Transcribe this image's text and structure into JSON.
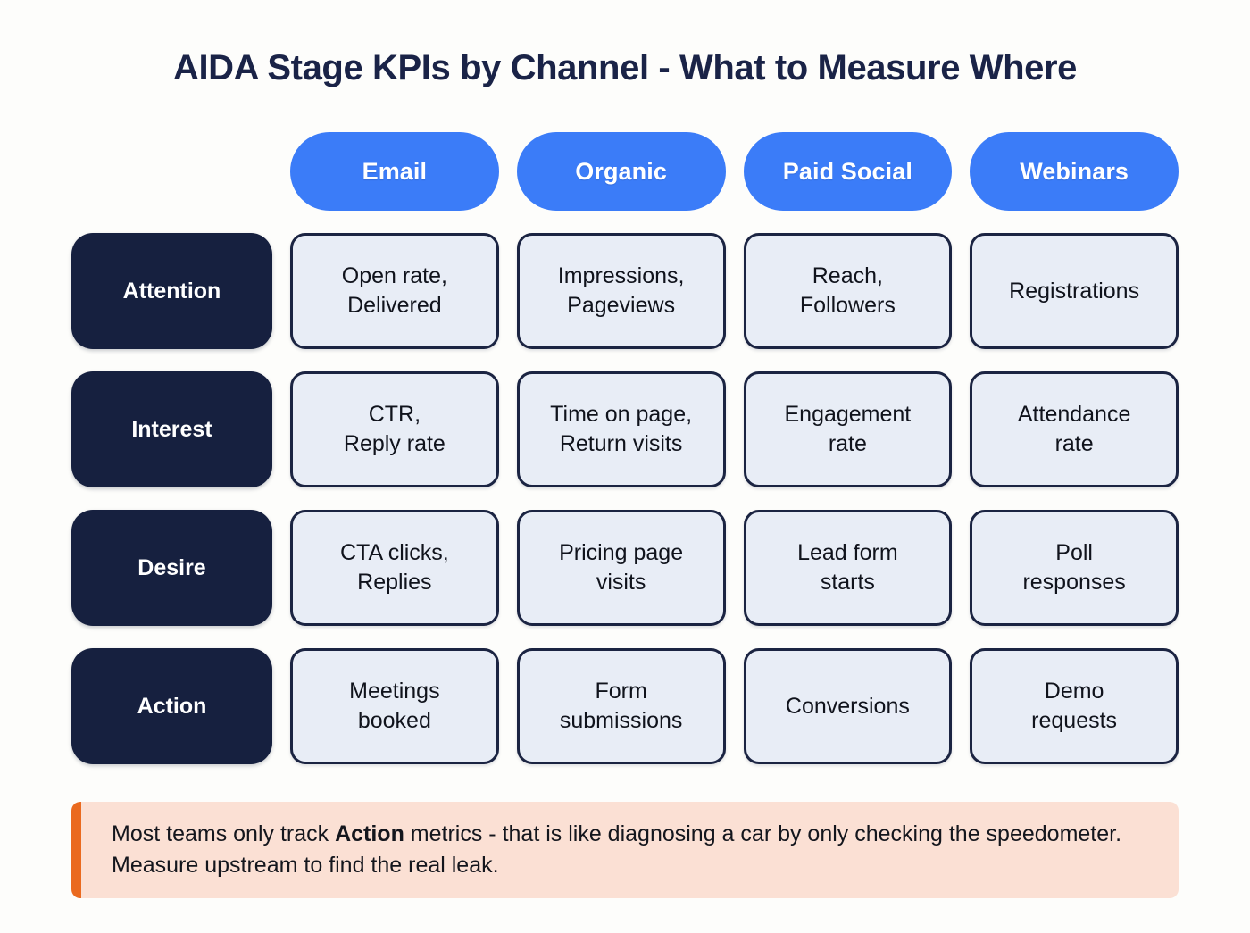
{
  "title": "AIDA Stage KPIs by Channel - What to Measure Where",
  "colors": {
    "background": "#fdfdfb",
    "title": "#1a2347",
    "channel_pill": "#3b7cf8",
    "channel_pill_text": "#ffffff",
    "stage_box": "#16203f",
    "stage_box_text": "#ffffff",
    "cell_fill": "#e8edf6",
    "cell_border": "#1b2442",
    "cell_text": "#10131c",
    "callout_background": "#fbe0d4",
    "callout_accent": "#ea6a1f"
  },
  "channels": [
    {
      "label": "Email"
    },
    {
      "label": "Organic"
    },
    {
      "label": "Paid Social"
    },
    {
      "label": "Webinars"
    }
  ],
  "stages": [
    {
      "label": "Attention"
    },
    {
      "label": "Interest"
    },
    {
      "label": "Desire"
    },
    {
      "label": "Action"
    }
  ],
  "rows": [
    {
      "stage": "Attention",
      "cells": [
        {
          "line1": "Open rate,",
          "line2": "Delivered"
        },
        {
          "line1": "Impressions,",
          "line2": "Pageviews"
        },
        {
          "line1": "Reach,",
          "line2": "Followers"
        },
        {
          "line1": "Registrations",
          "line2": ""
        }
      ]
    },
    {
      "stage": "Interest",
      "cells": [
        {
          "line1": "CTR,",
          "line2": "Reply rate"
        },
        {
          "line1": "Time on page,",
          "line2": "Return visits"
        },
        {
          "line1": "Engagement",
          "line2": "rate"
        },
        {
          "line1": "Attendance",
          "line2": "rate"
        }
      ]
    },
    {
      "stage": "Desire",
      "cells": [
        {
          "line1": "CTA clicks,",
          "line2": "Replies"
        },
        {
          "line1": "Pricing page",
          "line2": "visits"
        },
        {
          "line1": "Lead form",
          "line2": "starts"
        },
        {
          "line1": "Poll",
          "line2": "responses"
        }
      ]
    },
    {
      "stage": "Action",
      "cells": [
        {
          "line1": "Meetings",
          "line2": "booked"
        },
        {
          "line1": "Form",
          "line2": "submissions"
        },
        {
          "line1": "Conversions",
          "line2": ""
        },
        {
          "line1": "Demo",
          "line2": "requests"
        }
      ]
    }
  ],
  "callout": {
    "text_before": "Most teams only track ",
    "emphasis": "Action",
    "text_after": " metrics - that is like diagnosing a car by only checking the speedometer. Measure upstream to find the real leak."
  }
}
